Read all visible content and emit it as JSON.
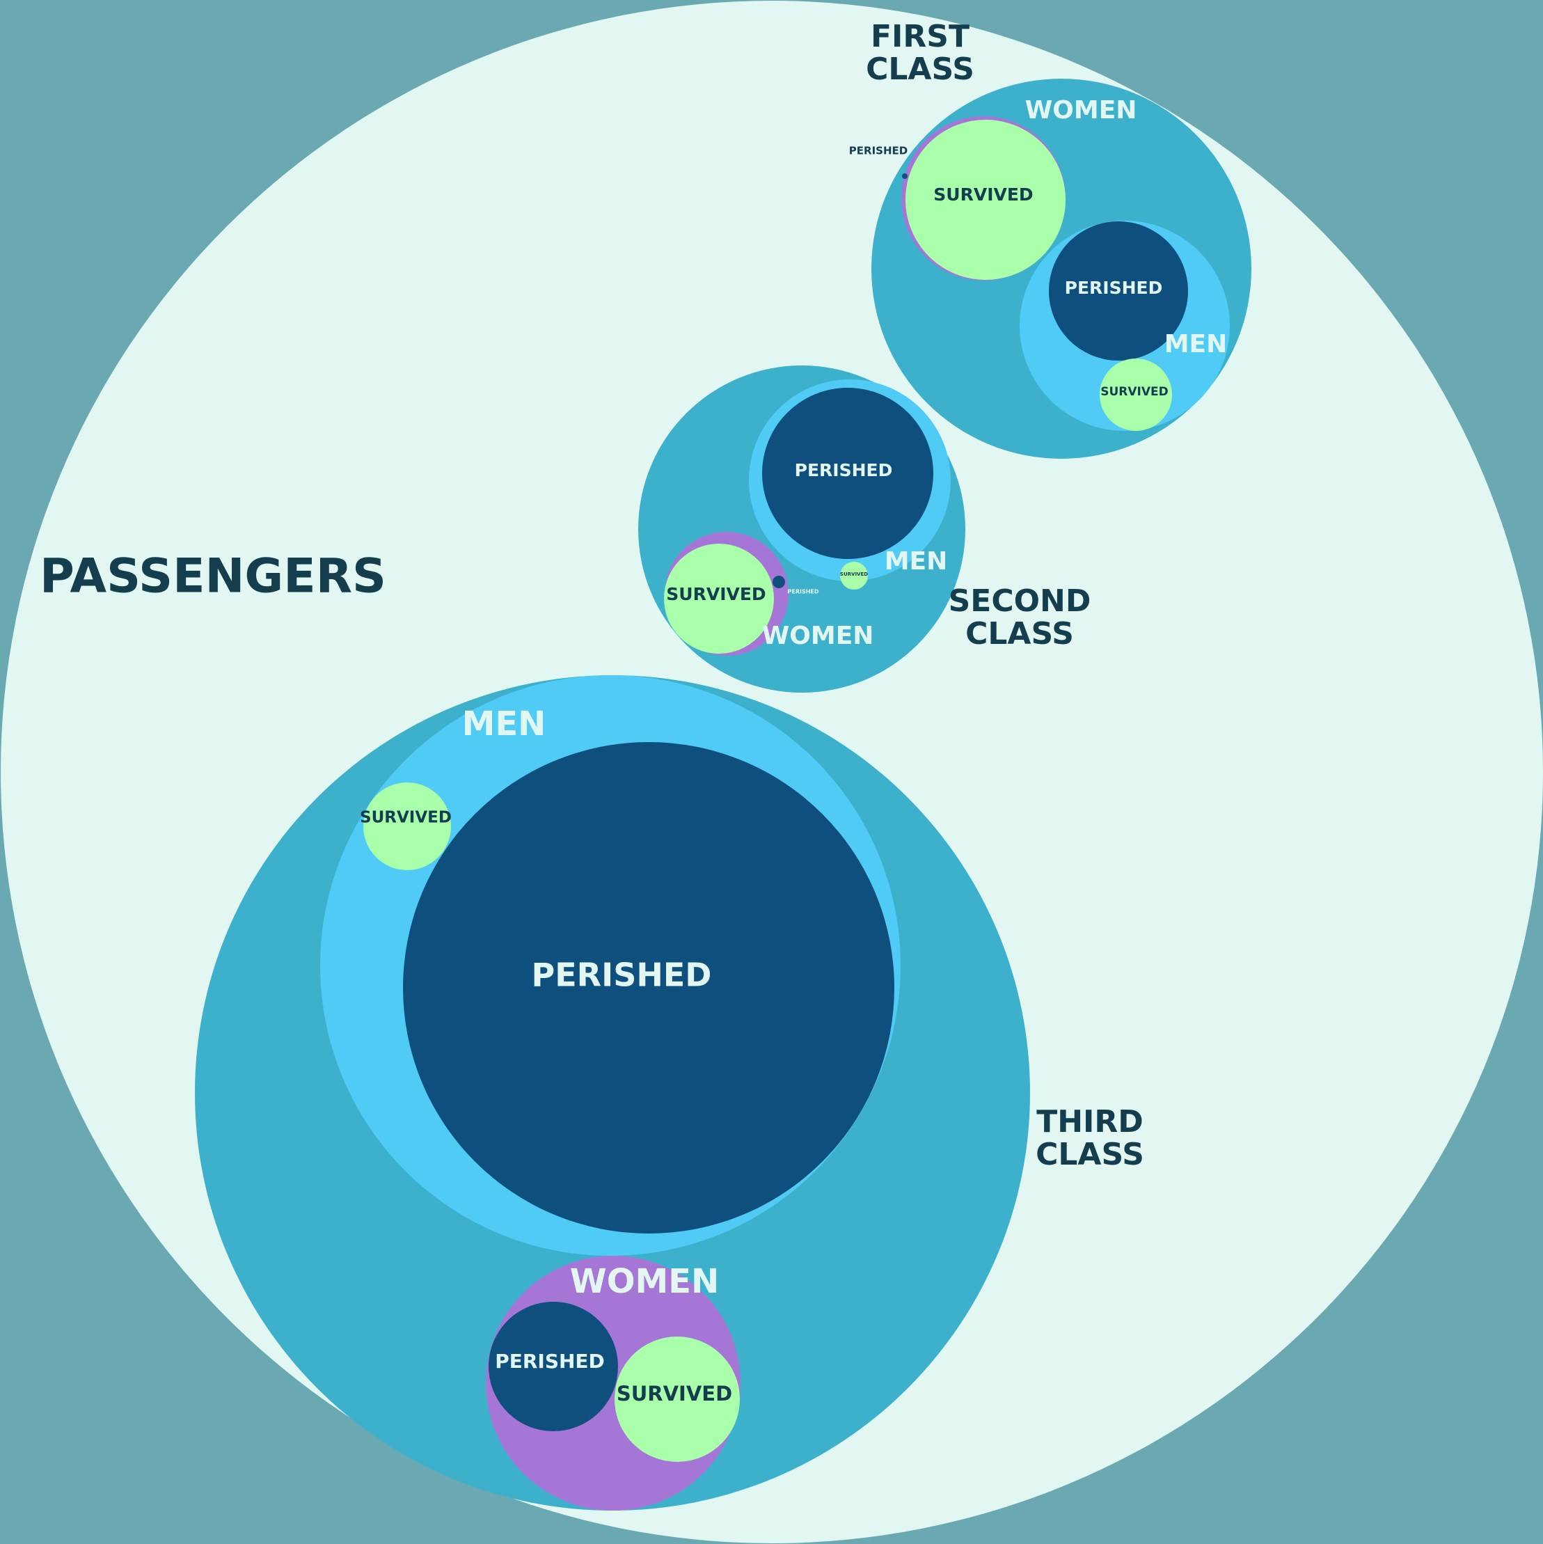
{
  "colors": {
    "background": "#6aa9b2",
    "passengers": "#e2f7f2",
    "class": "#3db1cb",
    "men": "#50cbf5",
    "women": "#a676d6",
    "perished": "#0f4f7e",
    "survived": "#aaffaa",
    "dark_text": "#143e4e",
    "light_text": "#e2f7f2"
  },
  "labels": {
    "passengers": "PASSENGERS",
    "first_class": [
      "FIRST",
      "CLASS"
    ],
    "second_class": [
      "SECOND",
      "CLASS"
    ],
    "third_class": [
      "THIRD",
      "CLASS"
    ],
    "first": {
      "women": "WOMEN",
      "women_perished": "PERISHED",
      "women_survived": "SURVIVED",
      "men": "MEN",
      "men_perished": "PERISHED",
      "men_survived": "SURVIVED"
    },
    "second": {
      "women": "WOMEN",
      "women_perished": "PERISHED",
      "women_survived": "SURVIVED",
      "men": "MEN",
      "men_perished": "PERISHED",
      "men_survived": "SURVIVED"
    },
    "third": {
      "women": "WOMEN",
      "women_perished": "PERISHED",
      "women_survived": "SURVIVED",
      "men": "MEN",
      "men_perished": "PERISHED",
      "men_survived": "SURVIVED"
    }
  }
}
